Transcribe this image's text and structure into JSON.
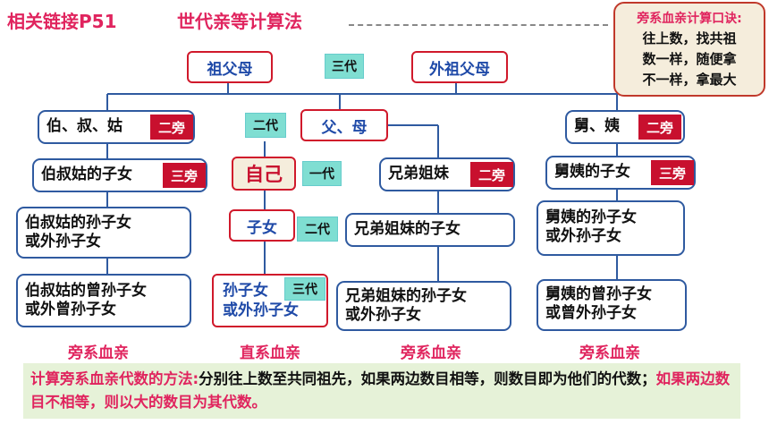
{
  "header": {
    "link_label": "相关链接P51",
    "title": "世代亲等计算法"
  },
  "mnemonic": {
    "title": "旁系血亲计算口诀:",
    "lines": [
      "往上数，找共祖",
      "数一样，随便拿",
      "不一样，拿最大"
    ]
  },
  "nodes": {
    "grandparents": "祖父母",
    "maternal_grandparents": "外祖父母",
    "gen3": "三代",
    "gen2_left": "二代",
    "parents": "父、母",
    "self": "自己",
    "gen1": "一代",
    "child": "子女",
    "gen2_child": "二代",
    "grandchild": [
      "孙子女",
      "或外孙子女"
    ],
    "gen3_grandchild": "三代",
    "uncles_aunts": "伯、叔、姑",
    "uncles_aunts_children": "伯叔姑的子女",
    "uncles_aunts_grandchildren": [
      "伯叔姑的孙子女",
      "或外孙子女"
    ],
    "uncles_aunts_great_grandchildren": [
      "伯叔姑的曾孙子女",
      "或外曾孙子女"
    ],
    "siblings": "兄弟姐妹",
    "siblings_children": "兄弟姐妹的子女",
    "siblings_grandchildren": [
      "兄弟姐妹的孙子女",
      "或外孙子女"
    ],
    "maternal_uncles_aunts": "舅、姨",
    "maternal_children": "舅姨的子女",
    "maternal_grandchildren": [
      "舅姨的孙子女",
      "或外孙子女"
    ],
    "maternal_great_grandchildren": [
      "舅姨的曾孙子女",
      "或曾外孙子女"
    ]
  },
  "badges": {
    "second_degree": "二旁",
    "third_degree": "三旁"
  },
  "footer_labels": {
    "collateral_1": "旁系血亲",
    "lineal": "直系血亲",
    "collateral_2": "旁系血亲",
    "collateral_3": "旁系血亲"
  },
  "method": {
    "lead": "计算旁系血亲代数的方法:",
    "body1": "分别往上数至共同祖先，如果两边数目相等，则数目即为他们的代数；",
    "body2": "如果两边数目不相等，则以大的数目为其代数。"
  }
}
